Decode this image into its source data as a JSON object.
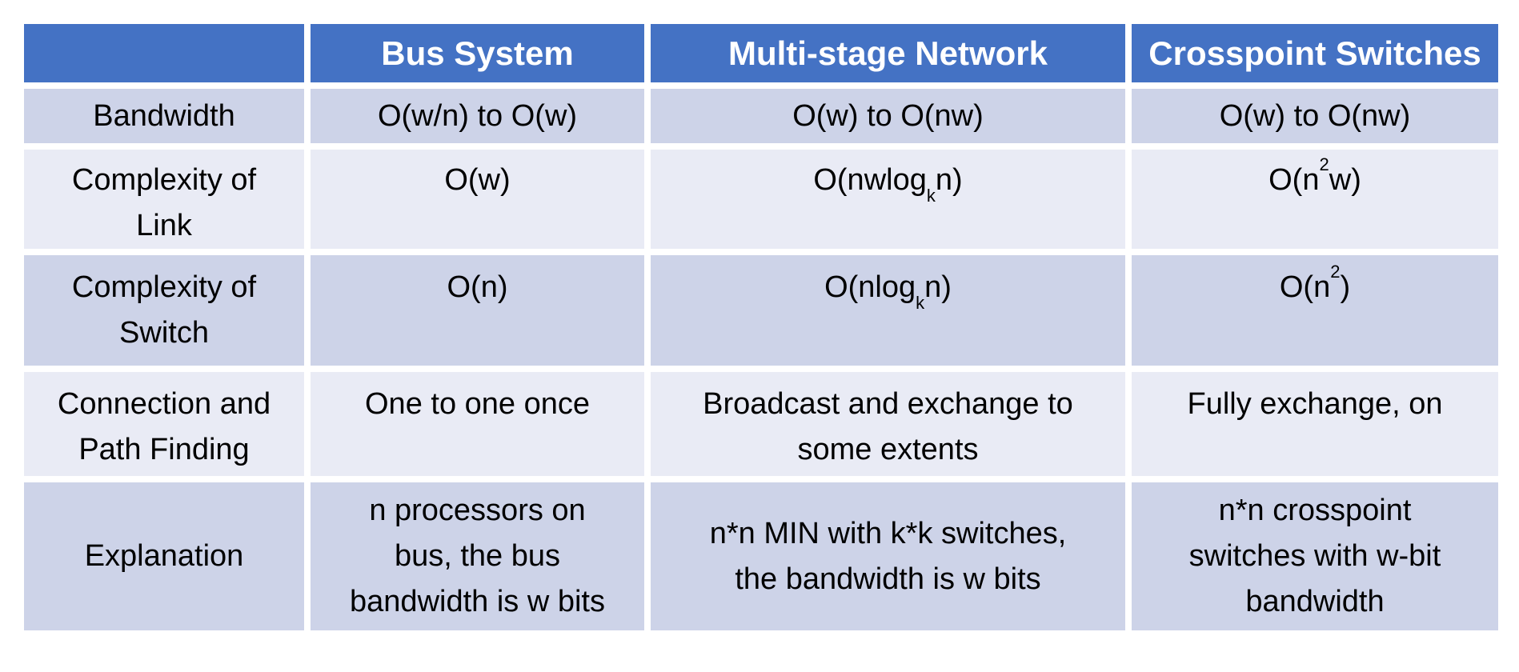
{
  "colors": {
    "header_bg": "#4472C4",
    "header_text": "#FFFFFF",
    "band_dark": "#CDD3E8",
    "band_light": "#E9EBF5",
    "body_text": "#000000",
    "grid": "#FFFFFF"
  },
  "table": {
    "header": {
      "labels": [
        "",
        "Bus System",
        "Multi-stage Network",
        "Crosspoint Switches"
      ]
    },
    "rows": [
      {
        "key": "bandwidth",
        "label": [
          [
            {
              "t": "Bandwidth"
            }
          ]
        ],
        "cells": [
          [
            [
              {
                "t": "O(w/n) to O(w)"
              }
            ]
          ],
          [
            [
              {
                "t": "O(w) to O(nw)"
              }
            ]
          ],
          [
            [
              {
                "t": "O(w) to O(nw)"
              }
            ]
          ]
        ]
      },
      {
        "key": "complexity-of-link",
        "label": [
          [
            {
              "t": "Complexity of"
            }
          ],
          [
            {
              "t": "Link"
            }
          ]
        ],
        "cells": [
          [
            [
              {
                "t": "O(w)"
              }
            ]
          ],
          [
            [
              {
                "t": "O(nwlog"
              },
              {
                "sub": "k"
              },
              {
                "t": "n)"
              }
            ]
          ],
          [
            [
              {
                "t": "O(n"
              },
              {
                "sup": "2"
              },
              {
                "t": "w)"
              }
            ]
          ]
        ]
      },
      {
        "key": "complexity-of-switch",
        "label": [
          [
            {
              "t": "Complexity of"
            }
          ],
          [
            {
              "t": "Switch"
            }
          ]
        ],
        "cells": [
          [
            [
              {
                "t": "O(n)"
              }
            ]
          ],
          [
            [
              {
                "t": "O(nlog"
              },
              {
                "sub": "k"
              },
              {
                "t": "n)"
              }
            ]
          ],
          [
            [
              {
                "t": "O(n"
              },
              {
                "sup": "2"
              },
              {
                "t": ")"
              }
            ]
          ]
        ]
      },
      {
        "key": "connection-and-path-finding",
        "label": [
          [
            {
              "t": "Connection and"
            }
          ],
          [
            {
              "t": "Path Finding"
            }
          ]
        ],
        "cells": [
          [
            [
              {
                "t": "One to one once"
              }
            ]
          ],
          [
            [
              {
                "t": "Broadcast and exchange to"
              }
            ],
            [
              {
                "t": "some extents"
              }
            ]
          ],
          [
            [
              {
                "t": "Fully exchange, on"
              }
            ]
          ]
        ]
      },
      {
        "key": "explanation",
        "label": [
          [
            {
              "t": "Explanation"
            }
          ]
        ],
        "cells": [
          [
            [
              {
                "t": "n processors on"
              }
            ],
            [
              {
                "t": "bus, the bus"
              }
            ],
            [
              {
                "t": "bandwidth is w bits"
              }
            ]
          ],
          [
            [
              {
                "t": "n*n MIN with k*k switches,"
              }
            ],
            [
              {
                "t": "the bandwidth is w bits"
              }
            ]
          ],
          [
            [
              {
                "t": "n*n crosspoint"
              }
            ],
            [
              {
                "t": "switches with w-bit"
              }
            ],
            [
              {
                "t": "bandwidth"
              }
            ]
          ]
        ]
      }
    ]
  }
}
